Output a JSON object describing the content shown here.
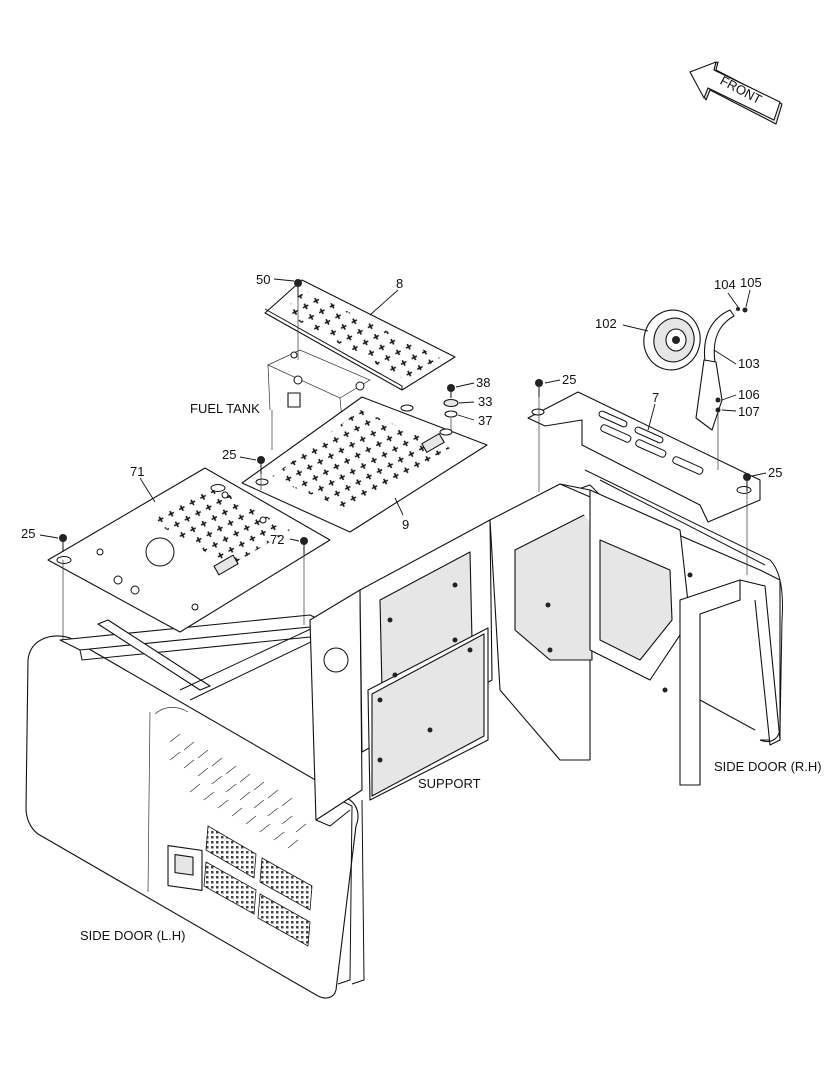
{
  "front_arrow": {
    "label": "FRONT"
  },
  "labels": {
    "fuel_tank": "FUEL TANK",
    "support": "SUPPORT",
    "side_door_lh": "SIDE DOOR (L.H)",
    "side_door_rh": "SIDE DOOR (R.H)"
  },
  "callouts": {
    "c50": "50",
    "c8": "8",
    "c38": "38",
    "c33": "33",
    "c37": "37",
    "c25_a": "25",
    "c9": "9",
    "c71": "71",
    "c25_b": "25",
    "c72": "72",
    "c25_c": "25",
    "c7": "7",
    "c25_d": "25",
    "c102": "102",
    "c104": "104",
    "c105": "105",
    "c103": "103",
    "c106": "106",
    "c107": "107"
  }
}
